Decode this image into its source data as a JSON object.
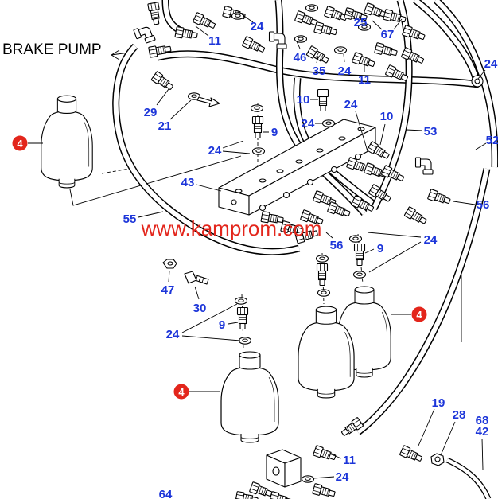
{
  "diagram": {
    "caption": "BRAKE PUMP",
    "watermark": "www.kamprom.com",
    "callouts": [
      "24",
      "11",
      "25",
      "67",
      "24",
      "46",
      "35",
      "24",
      "11",
      "29",
      "21",
      "10",
      "24",
      "9",
      "24",
      "10",
      "53",
      "52",
      "24",
      "43",
      "56",
      "55",
      "56",
      "9",
      "24",
      "47",
      "30",
      "24",
      "9",
      "19",
      "28",
      "68",
      "42",
      "11",
      "24",
      "64"
    ],
    "markers": [
      "4",
      "4",
      "4"
    ]
  },
  "colors": {
    "callout": "#1c35d9",
    "marker": "#e3261c",
    "watermark": "#e3261c",
    "linework": "#000000"
  }
}
